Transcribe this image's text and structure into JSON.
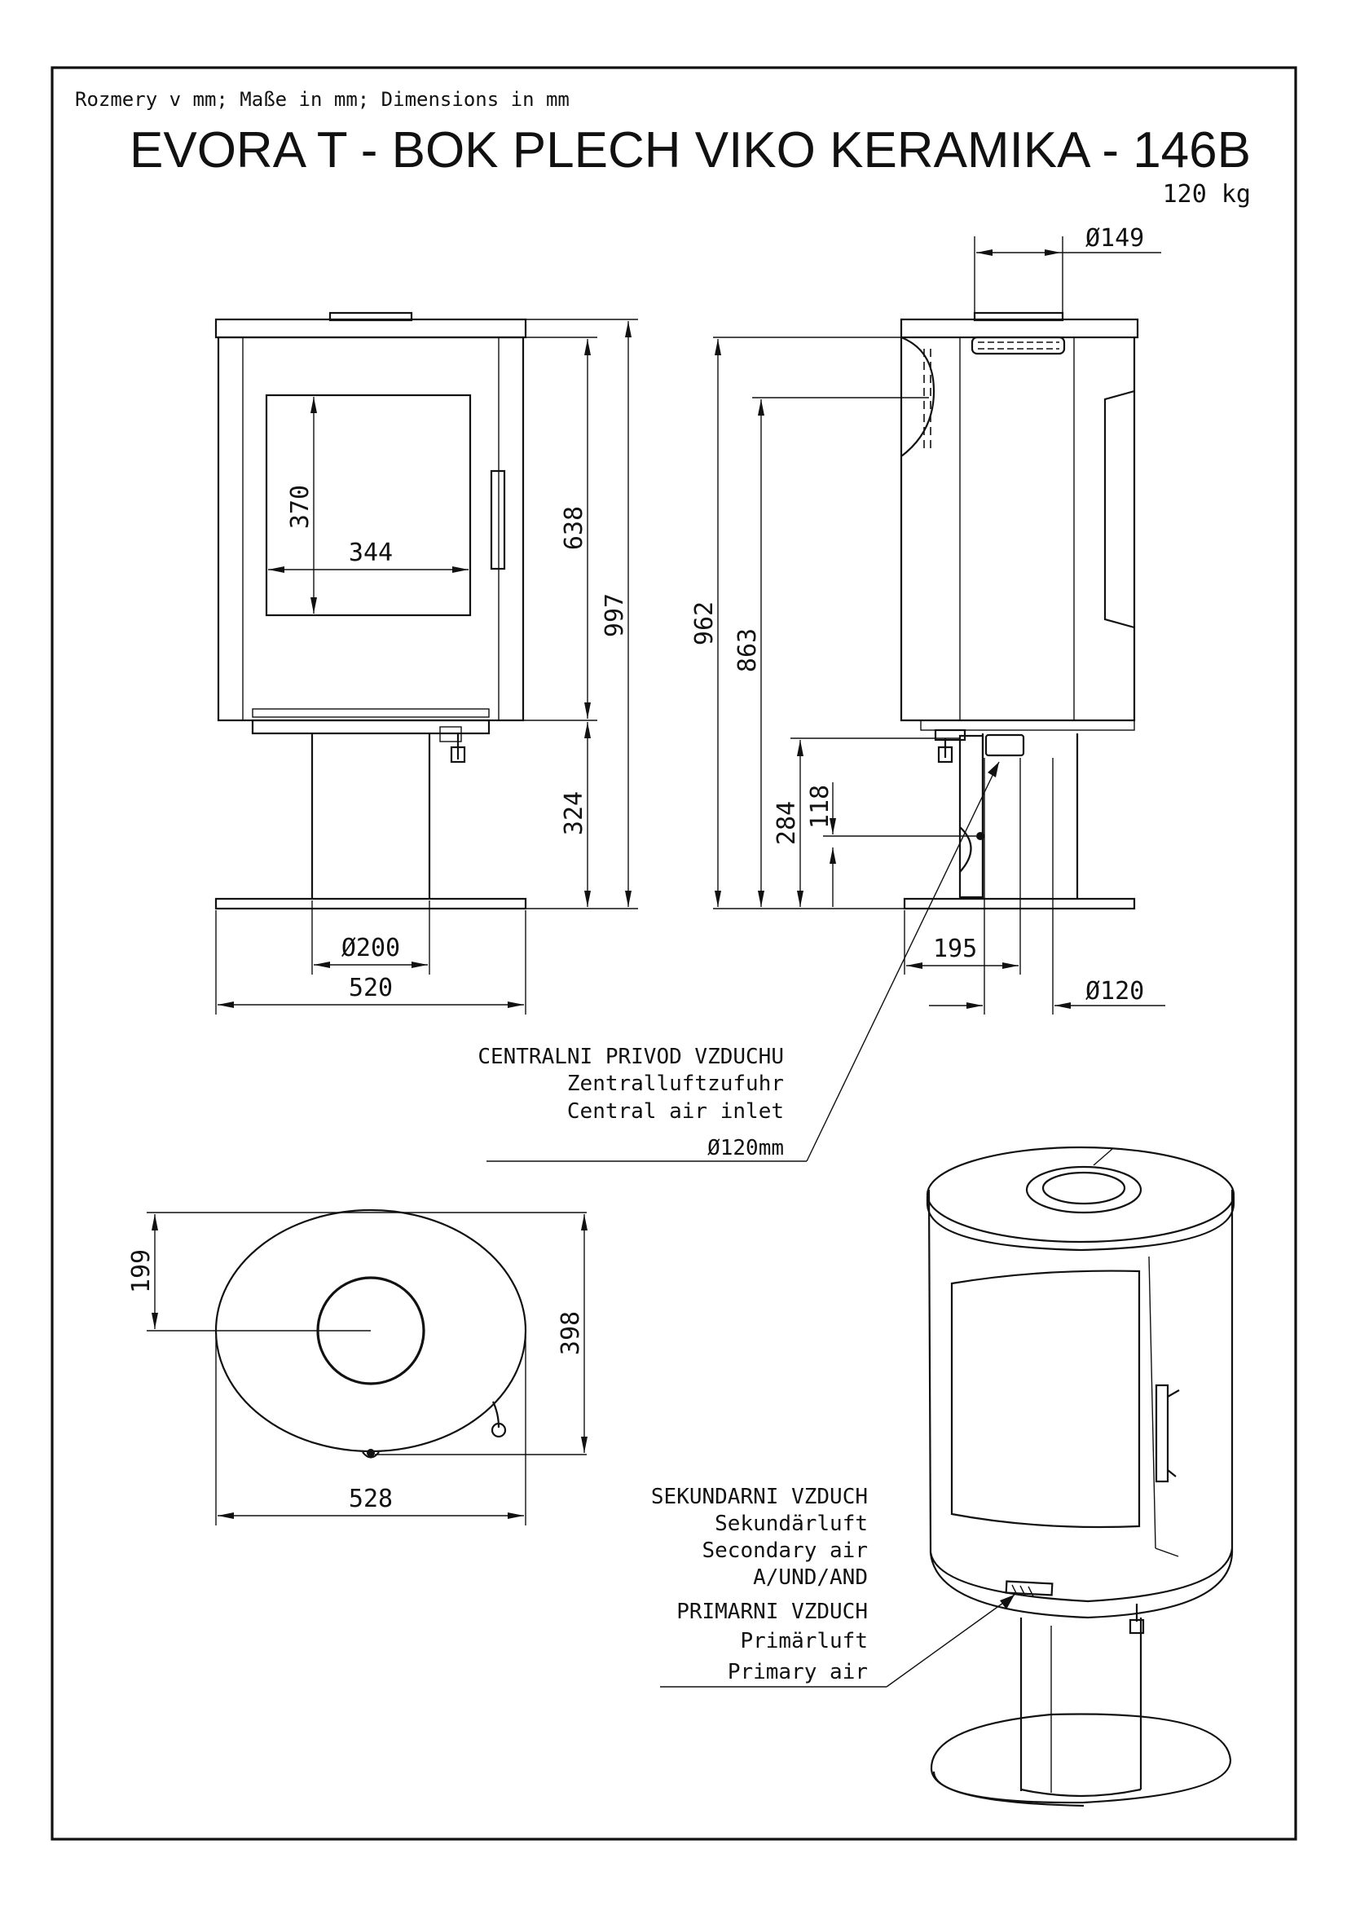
{
  "header": {
    "units_note": "Rozmery v mm; Maße in mm; Dimensions in mm",
    "title": "EVORA T - BOK PLECH VIKO KERAMIKA - 146B",
    "weight": "120 kg"
  },
  "front_view": {
    "glass_height": "370",
    "glass_width": "344",
    "body_height": "638",
    "total_height": "997",
    "pedestal_height": "324",
    "pedestal_diameter": "Ø200",
    "base_width": "520"
  },
  "side_view": {
    "flue_diameter": "Ø149",
    "total_height": "962",
    "flue_axis_height": "863",
    "inlet_height": "284",
    "inlet_axis_height": "118",
    "inlet_offset": "195",
    "inlet_diameter": "Ø120"
  },
  "central_air_note": {
    "line1": "CENTRALNI PRIVOD VZDUCHU",
    "line2": "Zentralluftzufuhr",
    "line3": "Central air inlet",
    "line4": "Ø120mm"
  },
  "top_view": {
    "center_offset": "199",
    "depth": "398",
    "width": "528"
  },
  "air_note": {
    "line1": "SEKUNDARNI VZDUCH",
    "line2": "Sekundärluft",
    "line3": "Secondary air",
    "line4": "A/UND/AND",
    "line5": "PRIMARNI VZDUCH",
    "line6": "Primärluft",
    "line7": "Primary air"
  }
}
